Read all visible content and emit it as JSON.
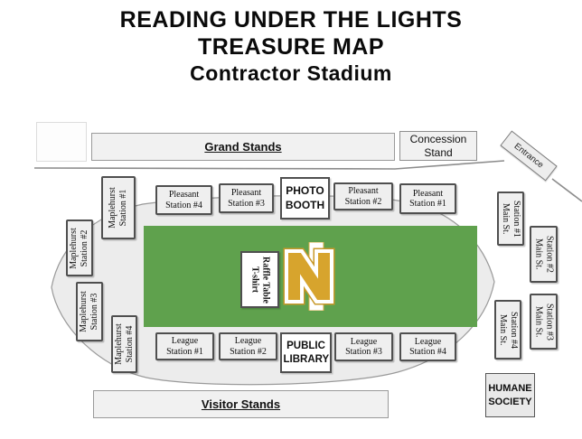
{
  "title": {
    "lines": [
      "READING UNDER THE LIGHTS",
      "TREASURE MAP",
      "Contractor Stadium"
    ]
  },
  "stands": {
    "grand": "Grand Stands",
    "visitor": "Visitor Stands"
  },
  "buildings": {
    "concession": "Concession Stand",
    "entrance": "Entrance",
    "photo_booth": "PHOTO BOOTH",
    "public_library": "PUBLIC LIBRARY",
    "humane_society": "HUMANE SOCIETY",
    "tshirt_table": {
      "line1": "T-shirt",
      "line2": "Raffle Table"
    },
    "field_letter": "N"
  },
  "stations": {
    "maplehurst": [
      {
        "line1": "Maplehurst",
        "line2": "Station #1"
      },
      {
        "line1": "Maplehurst",
        "line2": "Station #2"
      },
      {
        "line1": "Maplehurst",
        "line2": "Station #3"
      },
      {
        "line1": "Maplehurst",
        "line2": "Station #4"
      }
    ],
    "pleasant": [
      {
        "line1": "Pleasant",
        "line2": "Station #4"
      },
      {
        "line1": "Pleasant",
        "line2": "Station #3"
      },
      {
        "line1": "Pleasant",
        "line2": "Station #2"
      },
      {
        "line1": "Pleasant",
        "line2": "Station #1"
      }
    ],
    "main_st": [
      {
        "line1": "Main St.",
        "line2": "Station #1"
      },
      {
        "line1": "Main St.",
        "line2": "Station #2"
      },
      {
        "line1": "Main St.",
        "line2": "Station #3"
      },
      {
        "line1": "Main St.",
        "line2": "Station #4"
      }
    ],
    "league": [
      {
        "line1": "League",
        "line2": "Station #1"
      },
      {
        "line1": "League",
        "line2": "Station #2"
      },
      {
        "line1": "League",
        "line2": "Station #3"
      },
      {
        "line1": "League",
        "line2": "Station #4"
      }
    ]
  },
  "colors": {
    "field_green": "#5FA14D",
    "letter_gold": "#D7A42D",
    "concourse_gray": "#ECECEC"
  }
}
